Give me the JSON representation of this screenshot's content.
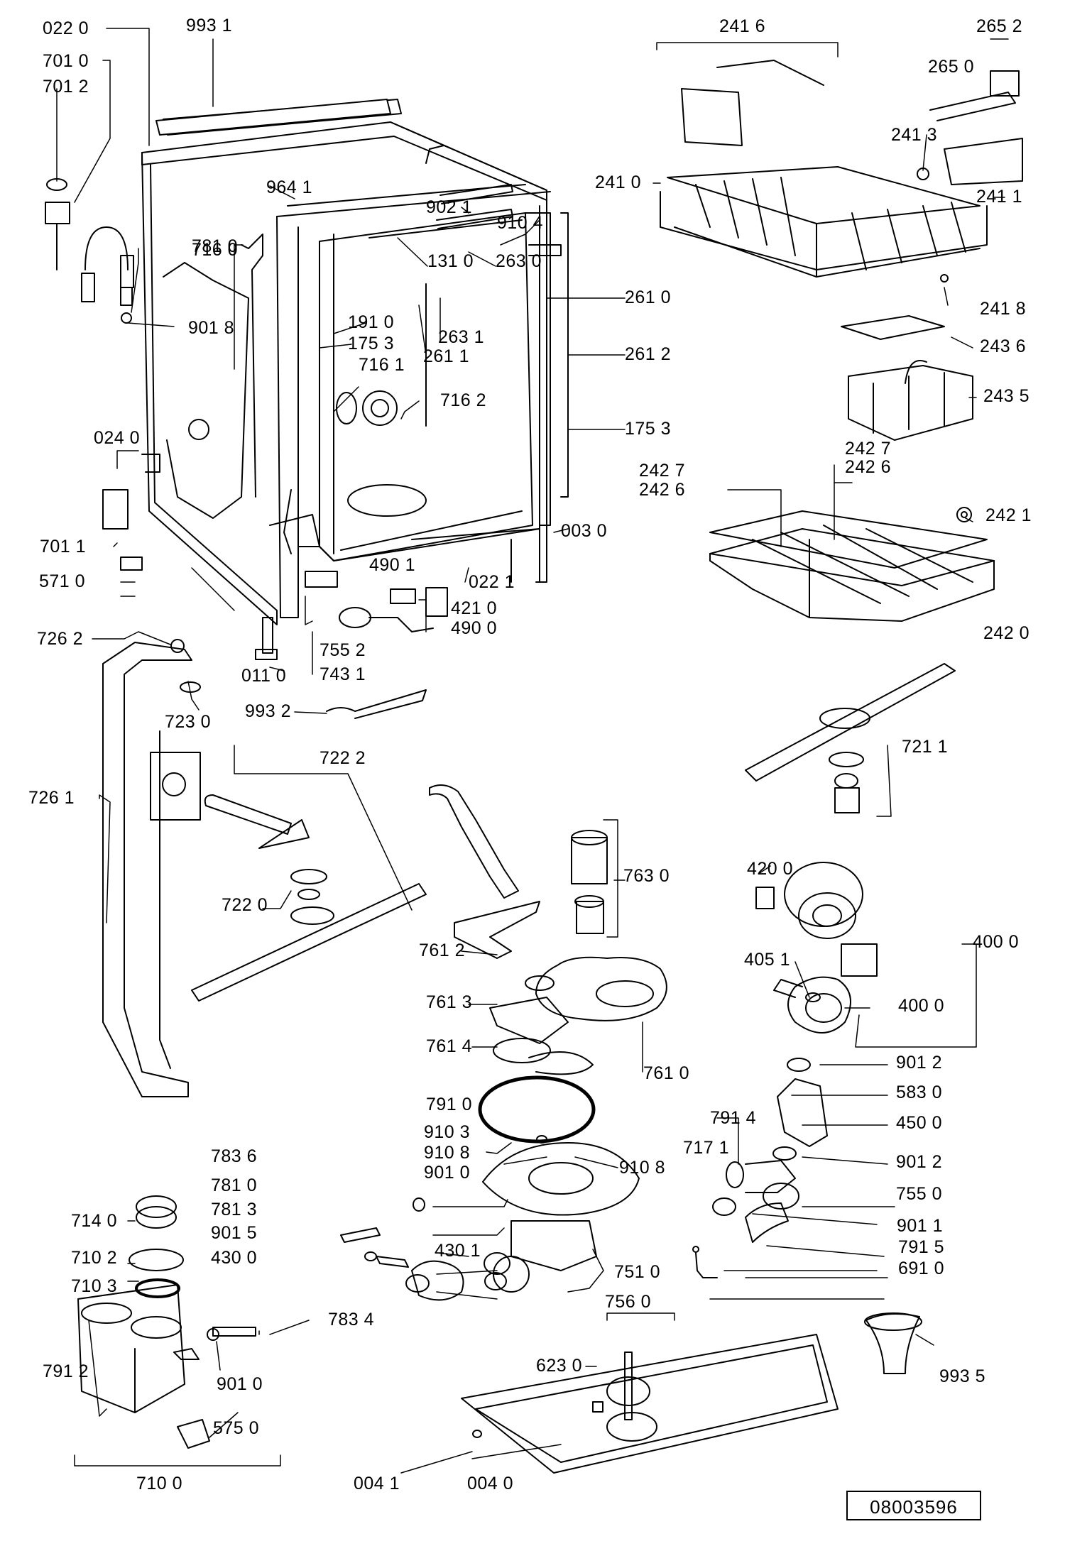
{
  "labels": [
    "022 0",
    "993 1",
    "701 0",
    "701 2",
    "964 1",
    "902 1",
    "910 4",
    "131 0",
    "263 0",
    "716 0",
    "781 0",
    "901 8",
    "191 0",
    "175 3",
    "263 1",
    "261 1",
    "261 0",
    "261 2",
    "716 1",
    "716 2",
    "175 3",
    "024 0",
    "003 0",
    "701 1",
    "022 1",
    "571 0",
    "490 1",
    "421 0",
    "490 0",
    "755 2",
    "743 1",
    "011 0",
    "726 2",
    "723 0",
    "993 2",
    "722 2",
    "726 1",
    "722 0",
    "241 6",
    "265 2",
    "265 0",
    "241 3",
    "241 0",
    "241 1",
    "241 8",
    "243 6",
    "243 5",
    "242 6",
    "242 7",
    "242 7",
    "242 6",
    "242 1",
    "242 0",
    "721 1",
    "763 0",
    "761 2",
    "761 3",
    "761 4",
    "761 0",
    "420 0",
    "405 1",
    "400 0",
    "400 0",
    "791 0",
    "901 2",
    "583 0",
    "450 0",
    "791 4",
    "901 2",
    "910 3",
    "717 1",
    "783 6",
    "910 8",
    "910 8",
    "901 0",
    "755 0",
    "781 0",
    "901 1",
    "781 3",
    "901 5",
    "430 1",
    "791 5",
    "751 0",
    "430 0",
    "691 0",
    "714 0",
    "710 2",
    "710 3",
    "783 4",
    "901 0",
    "791 2",
    "575 0",
    "756 0",
    "623 0",
    "993 5",
    "710 0",
    "004 1",
    "004 0"
  ],
  "drawing_code": "08003596"
}
